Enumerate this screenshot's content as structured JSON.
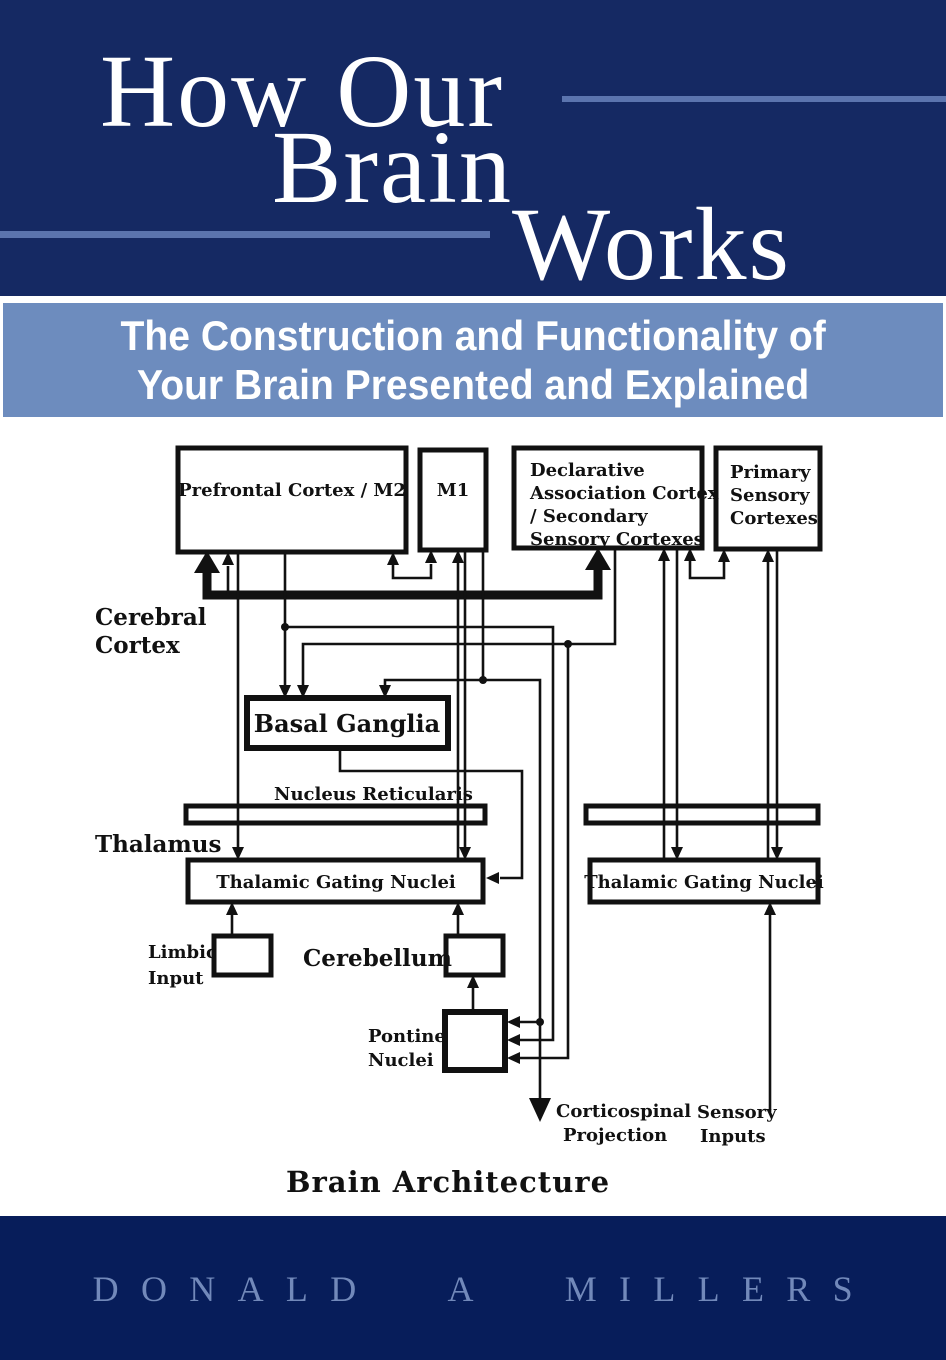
{
  "cover": {
    "title_lines": [
      "How Our",
      "Brain",
      "Works"
    ],
    "subtitle_lines": [
      "The Construction and Functionality of",
      "Your Brain Presented and Explained"
    ],
    "author": "DONALD A MILLERS",
    "colors": {
      "top_band": "#152963",
      "bottom_band": "#071d5a",
      "subtitle_band": "#6d8cbe",
      "accent_line": "#5b74ae",
      "author_text": "#7289ba",
      "diagram_ink": "#111111"
    }
  },
  "diagram": {
    "caption": "Brain Architecture",
    "nodes": {
      "prefrontal": "Prefrontal Cortex / M2",
      "m1": "M1",
      "declarative_lines": [
        "Declarative",
        "Association Cortex",
        "/ Secondary",
        "Sensory Cortexes"
      ],
      "primary_lines": [
        "Primary",
        "Sensory",
        "Cortexes"
      ],
      "basal_ganglia": "Basal Ganglia",
      "nucleus_reticularis": "Nucleus Reticularis",
      "tgn_left": "Thalamic Gating Nuclei",
      "tgn_right": "Thalamic Gating Nuclei"
    },
    "labels": {
      "cerebral_cortex_lines": [
        "Cerebral",
        "Cortex"
      ],
      "thalamus": "Thalamus",
      "limbic_lines": [
        "Limbic",
        "Input"
      ],
      "cerebellum": "Cerebellum",
      "pontine_lines": [
        "Pontine",
        "Nuclei"
      ],
      "corticospinal_lines": [
        "Corticospinal",
        "Projection"
      ],
      "sensory_lines": [
        "Sensory",
        "Inputs"
      ]
    }
  }
}
